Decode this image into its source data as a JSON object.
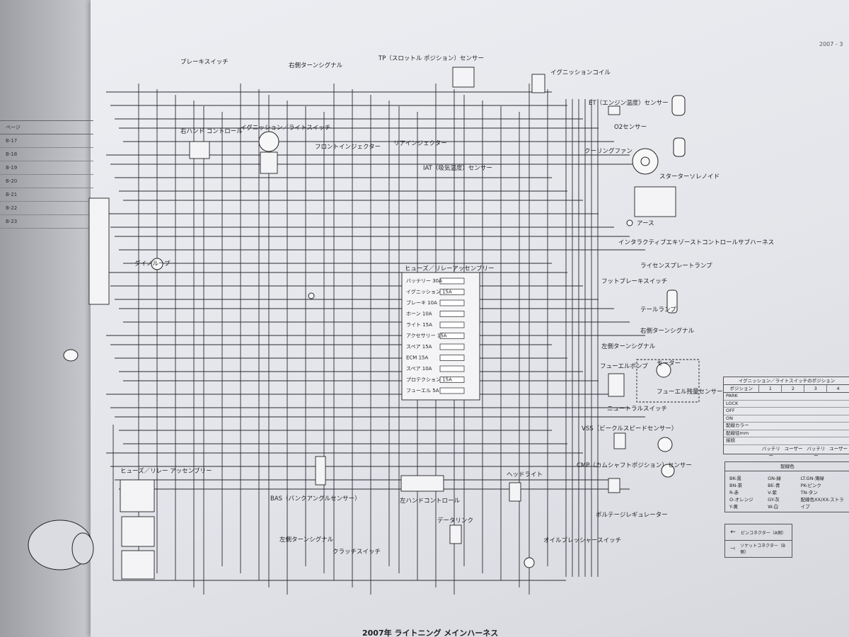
{
  "header": {
    "page_ref": "2007 - 3"
  },
  "left_index": {
    "heading": "ページ",
    "rows": [
      "B-17",
      "B-18",
      "B-19",
      "B-20",
      "B-21",
      "B-22",
      "B-23"
    ]
  },
  "components": {
    "brake_switch": "ブレーキスイッチ",
    "right_turn_signal_top": "右側ターンシグナル",
    "tp_sensor": "TP（スロットル ポジション）センサー",
    "ignition_coil": "イグニッションコイル",
    "et_sensor": "ET（エンジン温度）センサー",
    "o2_sensor": "O2センサー",
    "cooling_fan": "クーリングファン",
    "right_hand_control": "右ハンド コントロール",
    "ignition_light_switch": "イグニッション／ライトスイッチ",
    "front_injector": "フロントインジェクター",
    "rear_injector": "リアインジェクター",
    "iat_sensor": "IAT（吸気温度）センサー",
    "starter_solenoid": "スターターソレノイド",
    "ground": "アース",
    "exhaust_control": "インタラクティブエキゾーストコントロールサブハーネス",
    "license_lamp": "ライセンスプレートランプ",
    "foot_brake_switch": "フットブレーキスイッチ",
    "tail_lamp": "テールランプ",
    "right_turn_signal": "右側ターンシグナル",
    "left_turn_signal_right": "左側ターンシグナル",
    "fuel_pump": "フューエルポンプ",
    "motor": "モーター",
    "fuel_level_sensor": "フューエル残量センサー",
    "neutral_switch": "ニュートラルスイッチ",
    "vss_sensor": "VSS（ビークルスピードセンサー）",
    "cmp_sensor": "CMP（カムシャフトポジション）センサー",
    "voltage_regulator": "ボルテージレギュレーター",
    "oil_pressure_switch": "オイルプレッシャースイッチ",
    "headlight": "ヘッドライト",
    "data_link": "データリンク",
    "clutch_switch": "クラッチスイッチ",
    "left_turn_signal": "左側ターンシグナル",
    "bas_sensor": "BAS（バンクアングルセンサー）",
    "left_hand_control": "左ハンドコントロール",
    "fuse_relay_left": "ヒューズ／リレー アッセンブリー",
    "fuse_relay_center": "ヒューズ／リレーアッセンブリー",
    "dyna_loop": "ダイノループ"
  },
  "fuses": [
    "バッテリー 30A",
    "イグニッション 15A",
    "ブレーキ 10A",
    "ホーン 10A",
    "ライト 15A",
    "アクセサリー 15A",
    "スペア 15A",
    "ECM 15A",
    "スペア 10A",
    "プロテクション 15A",
    "フューエル 5A"
  ],
  "ignition_table": {
    "title": "イグニッション／ライトスイッチのポジション",
    "headers": [
      "ポジション",
      "1",
      "2",
      "3",
      "4"
    ],
    "rows": [
      "PARK",
      "LOCK",
      "OFF",
      "ON",
      "配線カラー",
      "配線径mm",
      "接続"
    ],
    "connect": [
      "バッテリー",
      "ユーザー",
      "バッテリー",
      "ユーザー"
    ]
  },
  "wire_legend": {
    "title": "配線色",
    "col1": [
      "BK-黒",
      "BN-茶",
      "R-赤",
      "O-オレンジ",
      "Y-黄"
    ],
    "col2": [
      "GN-緑",
      "BE-青",
      "V-紫",
      "GY-灰",
      "W-白"
    ],
    "col3": [
      "LT.GN-薄緑",
      "PK-ピンク",
      "TN-タン",
      "配線色XX/XX-ストライプ"
    ]
  },
  "connector_legend": {
    "pin": "ピンコネクター（A側）",
    "socket": "ソケットコネクター（B側）"
  },
  "footer": {
    "title": "2007年 ライトニング メインハーネス"
  }
}
